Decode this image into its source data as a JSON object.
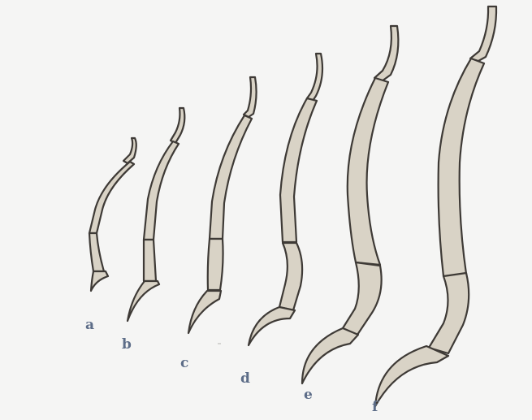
{
  "labels": [
    "a",
    "b",
    "c",
    "d",
    "e",
    "f"
  ],
  "colors": {
    "bone": "#d9d3c6",
    "outline": "#3e3a36",
    "label": "#5d6d88",
    "background": "#f5f5f4"
  }
}
